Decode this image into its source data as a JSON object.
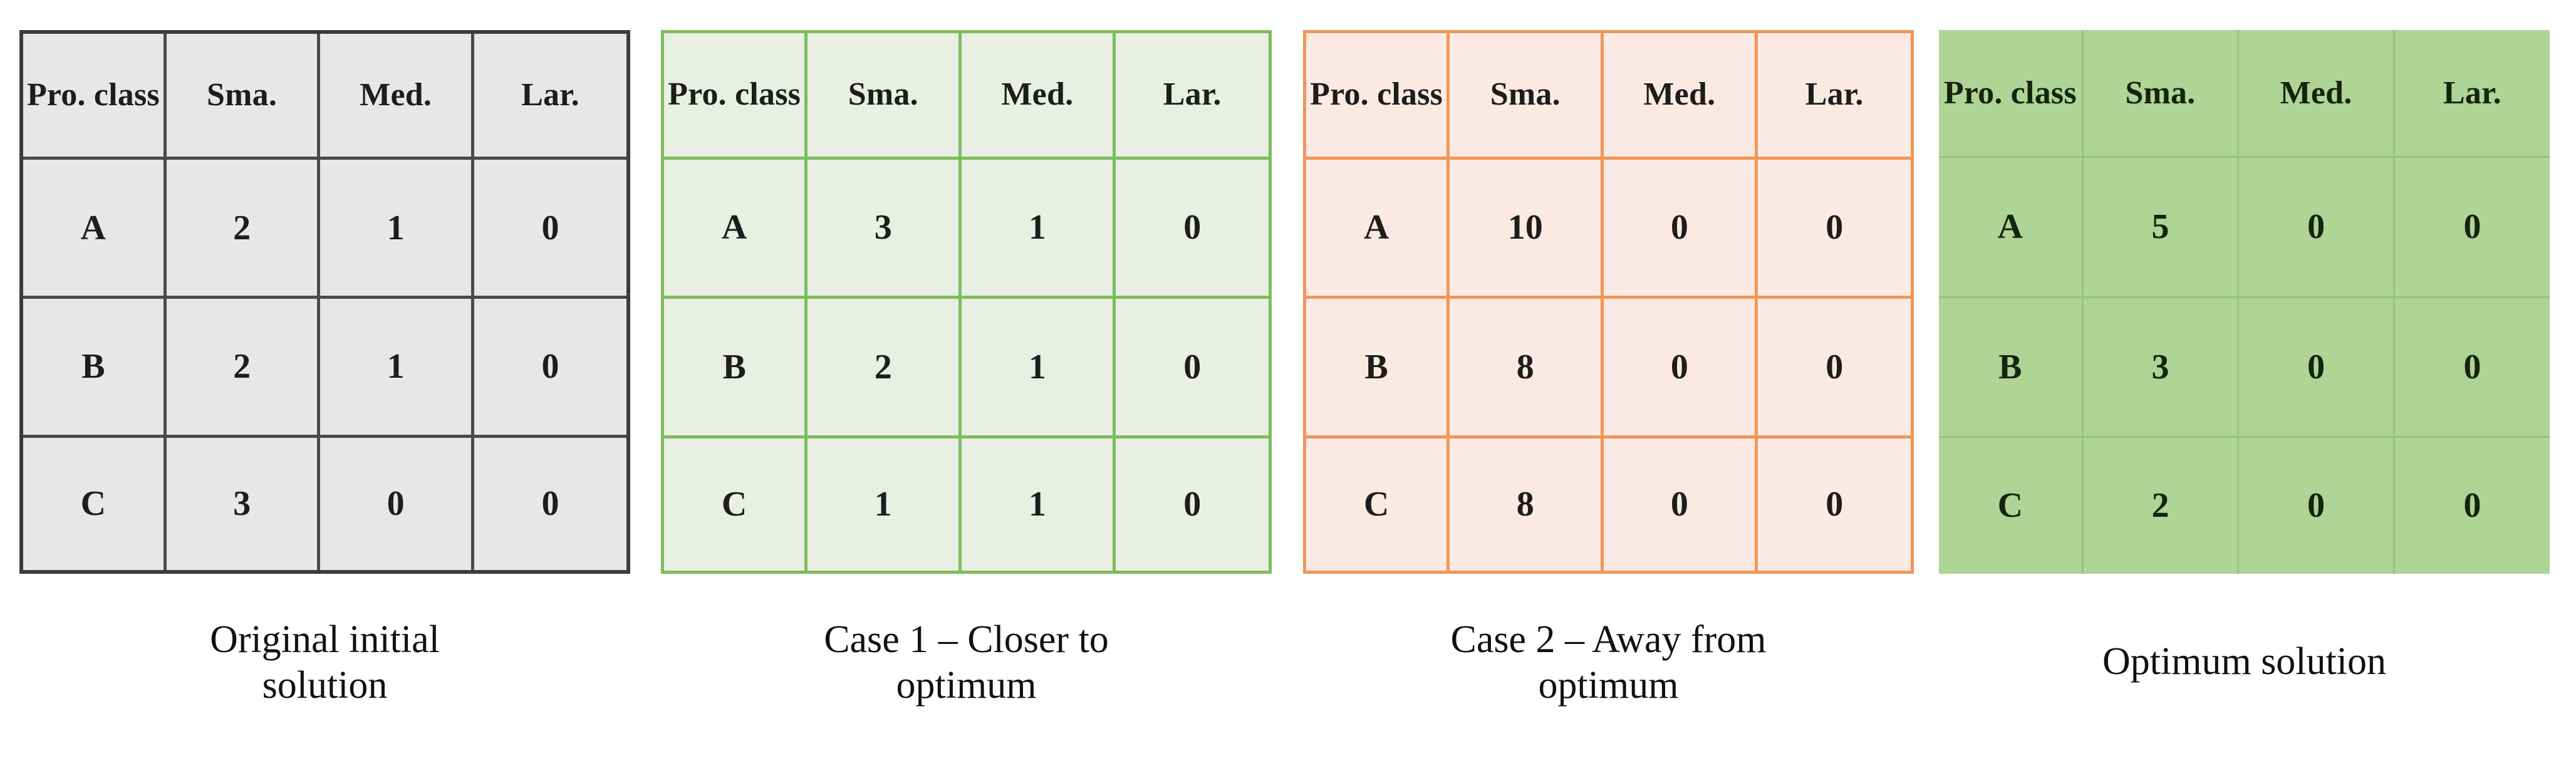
{
  "figure": {
    "columns": [
      "Pro.\nclass",
      "Sma.",
      "Med.",
      "Lar."
    ],
    "panels": [
      {
        "id": "original-initial-solution",
        "caption": "Original initial\nsolution",
        "caption_lines": 2,
        "accent_color": "#4a4a4a",
        "fill_color": "#e7e7e7",
        "rows": [
          {
            "class": "A",
            "sma": "2",
            "med": "1",
            "lar": "0"
          },
          {
            "class": "B",
            "sma": "2",
            "med": "1",
            "lar": "0"
          },
          {
            "class": "C",
            "sma": "3",
            "med": "0",
            "lar": "0"
          }
        ]
      },
      {
        "id": "case-1-closer-to-optimum",
        "caption": "Case 1 – Closer to\noptimum",
        "caption_lines": 2,
        "accent_color": "#7dbd5c",
        "fill_color": "#e9efe3",
        "rows": [
          {
            "class": "A",
            "sma": "3",
            "med": "1",
            "lar": "0"
          },
          {
            "class": "B",
            "sma": "2",
            "med": "1",
            "lar": "0"
          },
          {
            "class": "C",
            "sma": "1",
            "med": "1",
            "lar": "0"
          }
        ]
      },
      {
        "id": "case-2-away-from-optimum",
        "caption": "Case 2 – Away from\noptimum",
        "caption_lines": 2,
        "accent_color": "#f0965a",
        "fill_color": "#fbeae3",
        "rows": [
          {
            "class": "A",
            "sma": "10",
            "med": "0",
            "lar": "0"
          },
          {
            "class": "B",
            "sma": "8",
            "med": "0",
            "lar": "0"
          },
          {
            "class": "C",
            "sma": "8",
            "med": "0",
            "lar": "0"
          }
        ]
      },
      {
        "id": "optimum-solution",
        "caption": "Optimum solution",
        "caption_lines": 1,
        "accent_color": "#96c37c",
        "fill_color": "#aed496",
        "rows": [
          {
            "class": "A",
            "sma": "5",
            "med": "0",
            "lar": "0"
          },
          {
            "class": "B",
            "sma": "3",
            "med": "0",
            "lar": "0"
          },
          {
            "class": "C",
            "sma": "2",
            "med": "0",
            "lar": "0"
          }
        ]
      }
    ]
  }
}
